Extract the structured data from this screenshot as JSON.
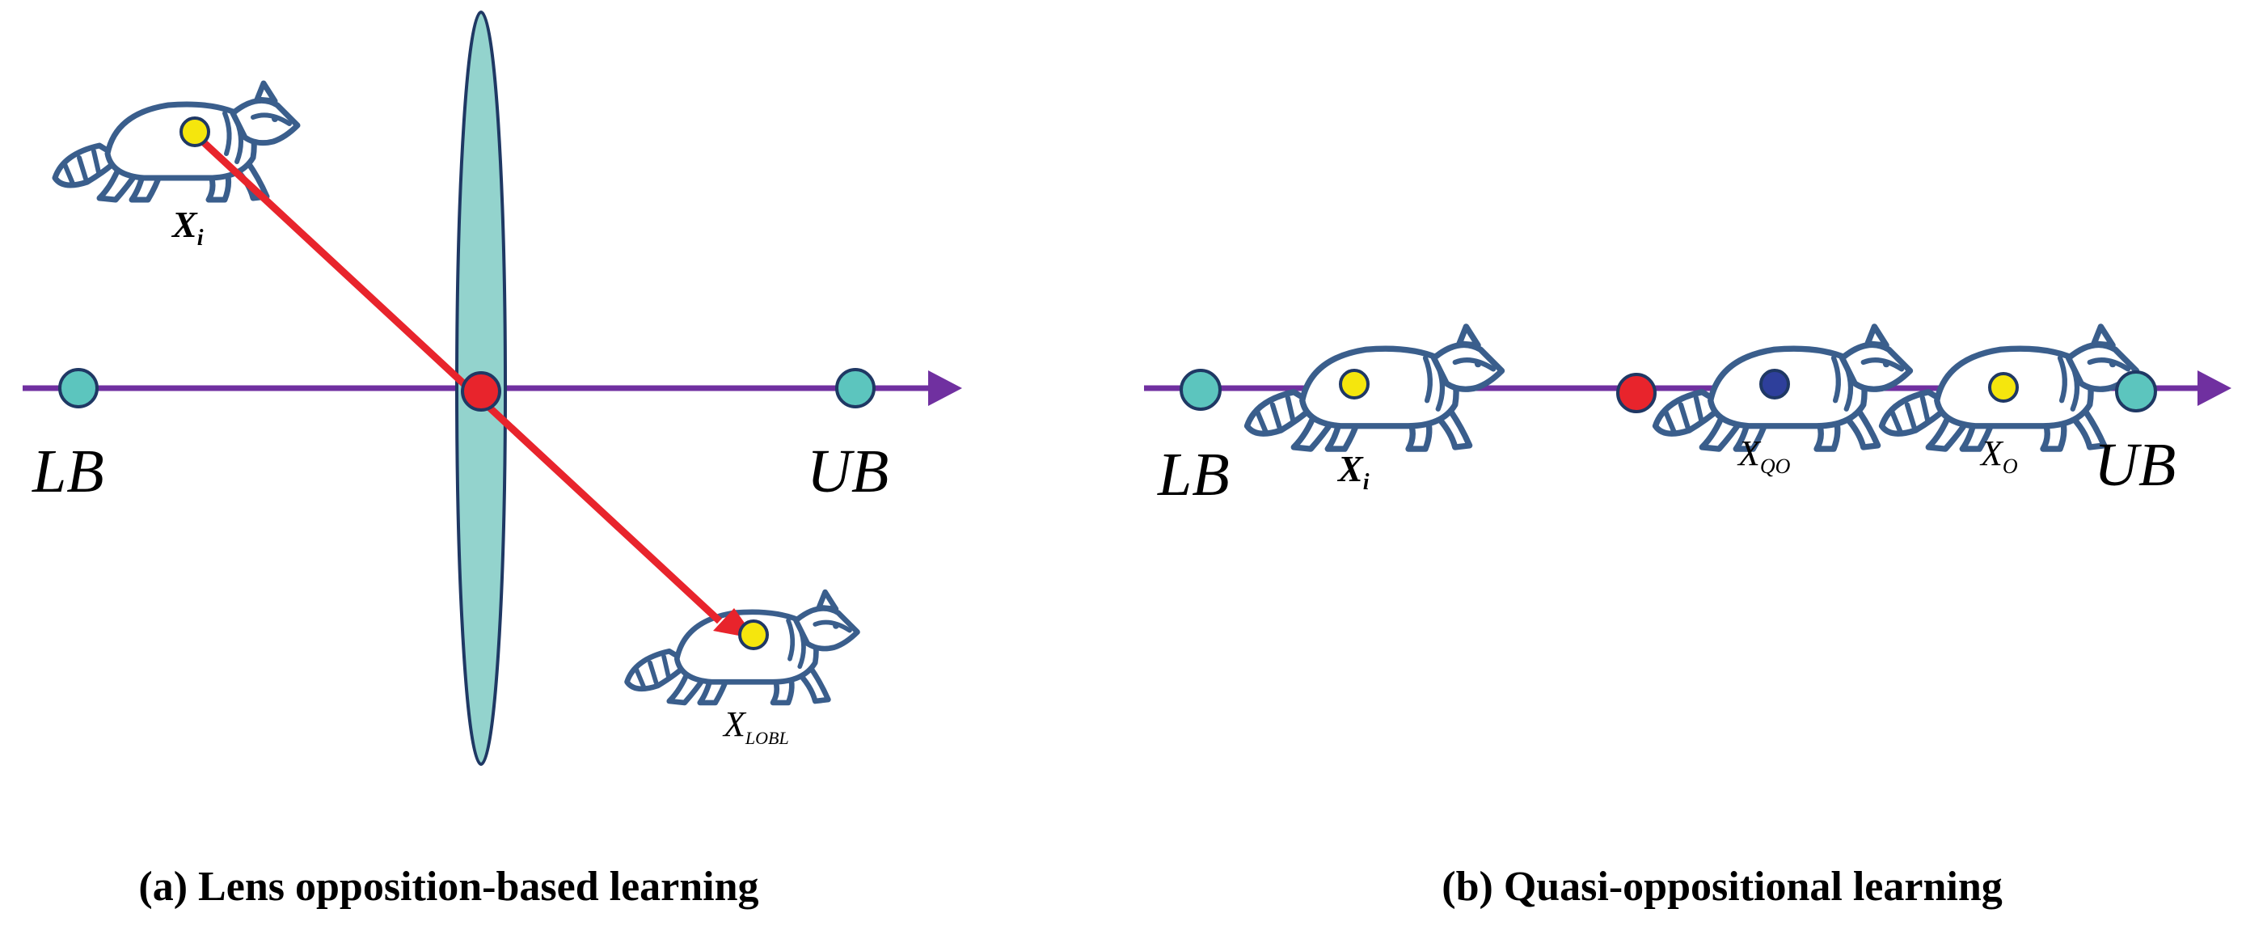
{
  "colors": {
    "axis": "#7030a0",
    "bound_point": "#5cc5be",
    "center_point": "#e8242c",
    "individual": "#f5e60d",
    "quasi_point": "#2e3f9b",
    "lens_fill": "#93d3cd",
    "ray": "#e8242c",
    "raccoon_outline": "#3a5e8c"
  },
  "icons": [
    "raccoon-icon",
    "arrow-head-icon"
  ],
  "panel_a": {
    "caption": "(a) Lens opposition-based learning",
    "lb_label": "LB",
    "ub_label": "UB",
    "xi_label": {
      "base": "X",
      "sub": "i"
    },
    "xlobl_label": {
      "base": "X",
      "sub": "LOBL"
    }
  },
  "panel_b": {
    "caption": "(b) Quasi-oppositional learning",
    "lb_label": "LB",
    "ub_label": "UB",
    "xi_label": {
      "base": "X",
      "sub": "i"
    },
    "xqo_label": {
      "base": "X",
      "sub": "QO"
    },
    "xo_label": {
      "base": "X",
      "sub": "O"
    }
  }
}
